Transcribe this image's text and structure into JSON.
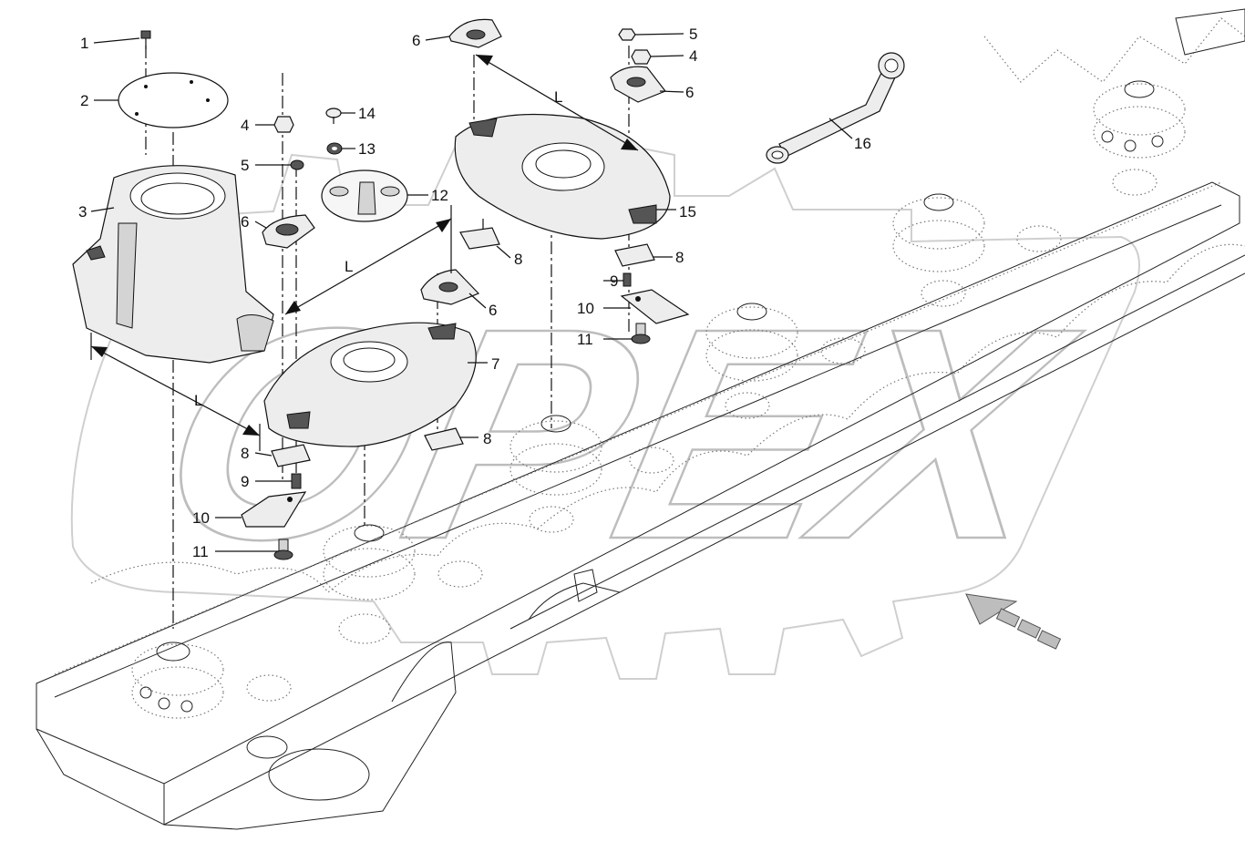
{
  "diagram": {
    "watermark": "OPEX",
    "dimension_label": "L",
    "callouts": [
      {
        "id": "c1",
        "text": "1"
      },
      {
        "id": "c2",
        "text": "2"
      },
      {
        "id": "c3",
        "text": "3"
      },
      {
        "id": "c4a",
        "text": "4"
      },
      {
        "id": "c5a",
        "text": "5"
      },
      {
        "id": "c6a",
        "text": "6"
      },
      {
        "id": "c14",
        "text": "14"
      },
      {
        "id": "c13",
        "text": "13"
      },
      {
        "id": "c12",
        "text": "12"
      },
      {
        "id": "c6b",
        "text": "6"
      },
      {
        "id": "c5b",
        "text": "5"
      },
      {
        "id": "c4b",
        "text": "4"
      },
      {
        "id": "c6c",
        "text": "6"
      },
      {
        "id": "c16",
        "text": "16"
      },
      {
        "id": "c15",
        "text": "15"
      },
      {
        "id": "c8a",
        "text": "8"
      },
      {
        "id": "c8b",
        "text": "8"
      },
      {
        "id": "c9a",
        "text": "9"
      },
      {
        "id": "c10a",
        "text": "10"
      },
      {
        "id": "c11a",
        "text": "11"
      },
      {
        "id": "c6d",
        "text": "6"
      },
      {
        "id": "c7",
        "text": "7"
      },
      {
        "id": "c8c",
        "text": "8"
      },
      {
        "id": "c8d",
        "text": "8"
      },
      {
        "id": "c9b",
        "text": "9"
      },
      {
        "id": "c10b",
        "text": "10"
      },
      {
        "id": "c11b",
        "text": "11"
      }
    ]
  }
}
